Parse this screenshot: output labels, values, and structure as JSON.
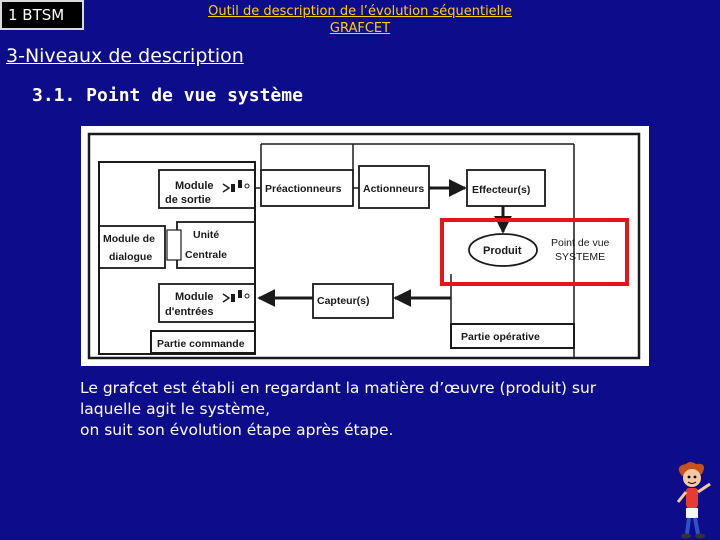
{
  "header": {
    "badge": "1 BTSM",
    "title_line1": "Outil de description de l’évolution séquentielle",
    "title_line2": "GRAFCET"
  },
  "section_title": "3-Niveaux de description",
  "subsection_title": "3.1. Point de vue système",
  "diagram": {
    "module_sortie_1": "Module",
    "module_sortie_2": "de sortie",
    "preactionneurs": "Préactionneurs",
    "actionneurs": "Actionneurs",
    "effecteurs": "Effecteur(s)",
    "module_dialogue_1": "Module de",
    "module_dialogue_2": "dialogue",
    "unite": "Unité",
    "centrale": "Centrale",
    "produit": "Produit",
    "point_de_vue_1": "Point de vue",
    "point_de_vue_2": "SYSTEME",
    "module_entrees_1": "Module",
    "module_entrees_2": "d'entrées",
    "capteurs": "Capteur(s)",
    "partie_operative": "Partie opérative",
    "partie_commande": "Partie commande",
    "highlight_color": "#e8141a"
  },
  "caption": {
    "line1": "Le grafcet est établi en regardant la matière d’œuvre (produit) sur",
    "line2": "laquelle agit le système,",
    "line3": "on suit son évolution étape après étape."
  }
}
